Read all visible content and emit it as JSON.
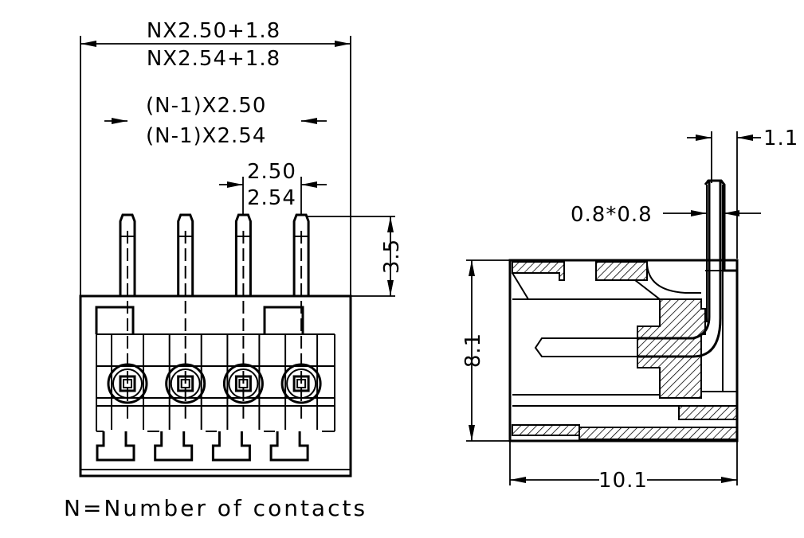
{
  "front_view": {
    "overall_width_label_1": "NX2.50+1.8",
    "overall_width_label_2": "NX2.54+1.8",
    "outer_pitch_label_1": "(N-1)X2.50",
    "outer_pitch_label_2": "(N-1)X2.54",
    "pitch_label_1": "2.50",
    "pitch_label_2": "2.54",
    "pin_height_label": "3.5",
    "contact_count_shown": 4
  },
  "side_view": {
    "height_label": "8.1",
    "depth_label": "10.1",
    "pin_offset_label": "1.1",
    "pin_section_label": "0.8*0.8"
  },
  "note": "N=Number of contacts"
}
